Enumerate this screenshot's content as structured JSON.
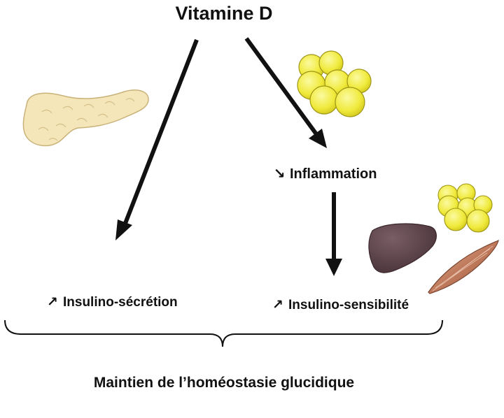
{
  "diagram": {
    "title": "Vitamine D",
    "effects": {
      "inflammation": {
        "symbol": "↘",
        "text": "Inflammation"
      },
      "secretion": {
        "symbol": "↗",
        "text": "Insulino-sécrétion"
      },
      "sensitivity": {
        "symbol": "↗",
        "text": "Insulino-sensibilité"
      }
    },
    "conclusion": "Maintien de l’homéostasie glucidique",
    "illustrations": [
      "pancreas-icon",
      "adipocytes-icon",
      "liver-icon",
      "muscle-icon"
    ],
    "colors": {
      "arrow": "#111111",
      "pancreas": "#f4e6b8",
      "fat": "#f3ef5a",
      "liver": "#5a4148",
      "muscle": "#c98a6a"
    }
  }
}
